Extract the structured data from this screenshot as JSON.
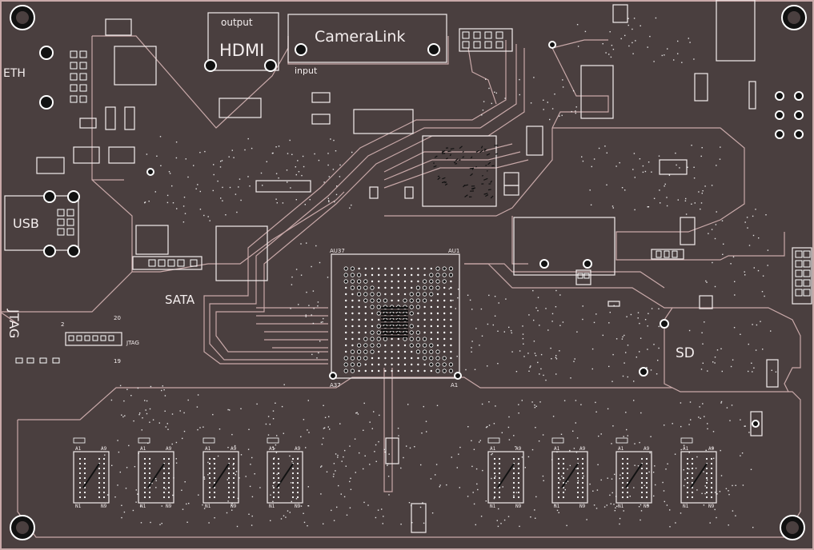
{
  "title": "",
  "colors": {
    "board": "#4a3f3f",
    "trace": "#c9a9a9",
    "silkscreen": "#f4eeee",
    "pad": "#ffffff",
    "hole": "#111111"
  },
  "labels": {
    "hdmi_top": "output",
    "hdmi": "HDMI",
    "cameralink": "CameraLink",
    "cameralink_sub": "input",
    "eth": "ETH",
    "usb": "USB",
    "sata": "SATA",
    "jtag": "JTAG",
    "jtag_small": "JTAG",
    "sd": "SD",
    "fpga_tl": "AU37",
    "fpga_tr": "AU1",
    "fpga_bl": "A37",
    "fpga_br": "A1",
    "hdr_2": "2",
    "hdr_20": "20",
    "hdr_19": "19",
    "mem_a1": "A1",
    "mem_a9": "A9",
    "mem_n1": "N1",
    "mem_n9": "N9"
  },
  "memory_chip_count": 8
}
